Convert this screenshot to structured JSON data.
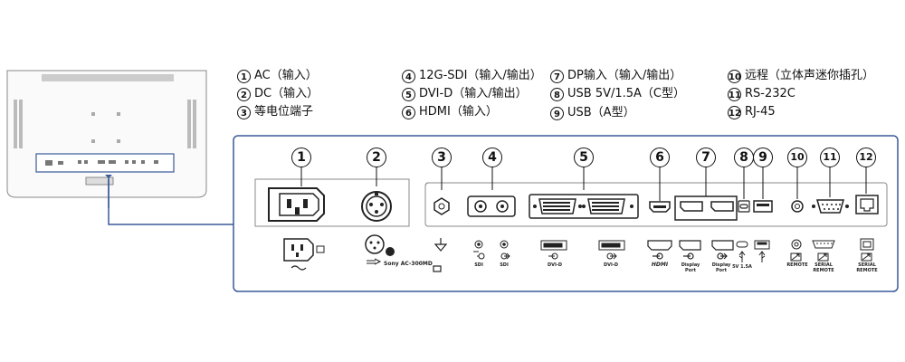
{
  "legend": [
    {
      "n": "1",
      "text": "AC（输入）"
    },
    {
      "n": "2",
      "text": "DC（输入）"
    },
    {
      "n": "3",
      "text": "等电位端子"
    },
    {
      "n": "4",
      "text": "12G-SDI（输入/输出）"
    },
    {
      "n": "5",
      "text": "DVI-D（输入/输出）"
    },
    {
      "n": "6",
      "text": "HDMI（输入）"
    },
    {
      "n": "7",
      "text": "DP输入（输入/输出）"
    },
    {
      "n": "8",
      "text": "USB 5V/1.5A（C型）"
    },
    {
      "n": "9",
      "text": "USB（A型）"
    },
    {
      "n": "10",
      "text": "远程（立体声迷你插孔）"
    },
    {
      "n": "11",
      "text": "RS-232C"
    },
    {
      "n": "12",
      "text": "RJ-45"
    }
  ],
  "callouts": [
    "1",
    "2",
    "3",
    "4",
    "5",
    "6",
    "7",
    "8",
    "9",
    "10",
    "11",
    "12"
  ],
  "labels": {
    "sony": "Sony AC-300MD",
    "sdi1": "SDI",
    "sdi2": "SDI",
    "dvi1": "DVI-D",
    "dvi2": "DVI-D",
    "hdmi": "HDMI",
    "dp1": "Display\nPort",
    "dp2": "Display\nPort",
    "usb": "5V 1.5A",
    "remote": "REMOTE",
    "serial1": "SERIAL\nREMOTE",
    "serial2": "SERIAL\nREMOTE"
  },
  "colors": {
    "accent_blue": "#3a5a9a",
    "panel_border": "#3a5a9a"
  }
}
